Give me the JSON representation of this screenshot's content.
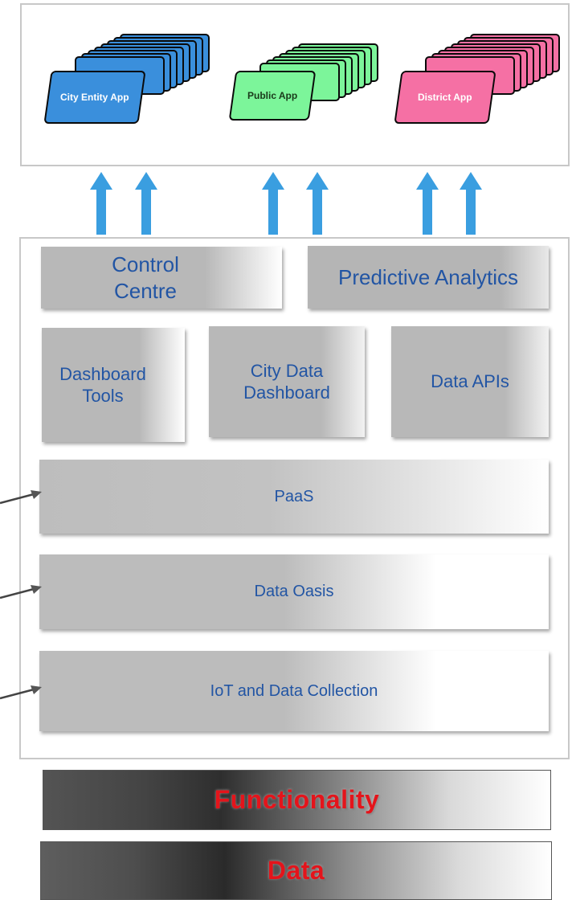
{
  "apps": [
    {
      "label": "City Entity App",
      "color": "#3a8fdc"
    },
    {
      "label": "Public App",
      "color": "#7cf59a"
    },
    {
      "label": "District App",
      "color": "#f570a4"
    }
  ],
  "platform": {
    "control_centre": "Control Centre",
    "predictive_analytics": "Predictive Analytics",
    "dashboard_tools": "Dashboard Tools",
    "city_data_dashboard": "City Data Dashboard",
    "data_apis": "Data APIs",
    "paas": "PaaS",
    "data_oasis": "Data Oasis",
    "iot": "IoT and Data Collection"
  },
  "bars": {
    "functionality": "Functionality",
    "data": "Data"
  },
  "colors": {
    "arrow_blue": "#3a9ee0",
    "block_text": "#2255a4",
    "bar_text": "#e4141b"
  }
}
